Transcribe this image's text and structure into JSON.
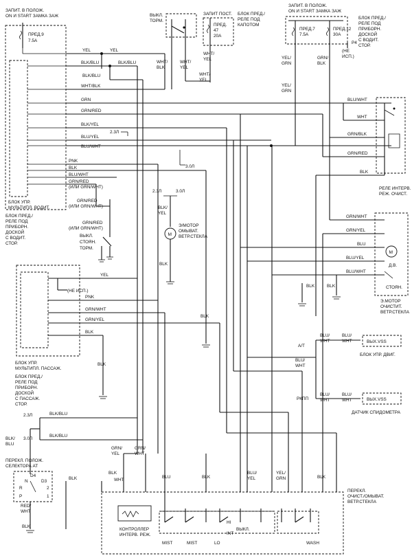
{
  "top_left": {
    "feed_line1": "ЗАПИТ. В ПОЛОЖ.",
    "feed_line2": "ON И START ЗАМКА ЗАЖ",
    "fuse_name": "ПРЕД.9",
    "fuse_rating": "7.5A"
  },
  "brake_switch": {
    "line1": "ВЫКЛ.",
    "line2": "ТОРМ."
  },
  "top_center": {
    "line1": "ЗАПИТ ПОСТ.",
    "fuse_name": "ПРЕД.",
    "fuse_number": "47",
    "fuse_rating": "20A",
    "box_line1": "БЛОК ПРЕД./",
    "box_line2": "РЕЛЕ ПОД",
    "box_line3": "КАПОТОМ"
  },
  "top_right": {
    "feed_line1": "ЗАПИТ. В ПОЛОЖ.",
    "feed_line2": "ON И START ЗАМКА ЗАЖ",
    "fuse7_name": "ПРЕД.7",
    "fuse7_rating": "7.5A",
    "fuse12_name": "ПРЕД.12",
    "fuse12_rating": "30A",
    "pin": "P4",
    "not_used1": "(НЕ",
    "not_used2": "ИСП.)",
    "box_line1": "БЛОК ПРЕД./",
    "box_line2": "РЕЛЕ ПОД",
    "box_line3": "ПРИБОРН.",
    "box_line4": "ДОСКОЙ",
    "box_line5": "С ВОДИТ.",
    "box_line6": "СТОР."
  },
  "wires": {
    "yel": "YEL",
    "blk_blu": "BLK/BLU",
    "wht_blk": "WHT/BLK",
    "grn": "GRN",
    "grn_red": "GRN/RED",
    "blk_yel": "BLK/YEL",
    "blu_yel": "BLU/YEL",
    "blu_wht": "BLU/WHT",
    "pnk": "PNK",
    "blk": "BLK",
    "grn_red_or1": "GRN/RED",
    "grn_red_or2": "(ИЛИ GRN/WHT)",
    "wht_blk_v1": "WHT/",
    "wht_blk_v2": "BLK",
    "wht_yel_v1": "WHT/",
    "wht_yel_v2": "YEL",
    "yel_grn_v1": "YEL/",
    "yel_grn_v2": "GRN",
    "grn_blk_v1": "GRN/",
    "grn_blk_v2": "BLK",
    "wht": "WHT",
    "grn_blk": "GRN/BLK",
    "grn_wht": "GRN/WHT",
    "grn_yel": "GRN/YEL",
    "blk_yel_v1": "BLK/",
    "blk_yel_v2": "YEL",
    "blu": "BLU",
    "blu_wht_v1": "BLU/",
    "blu_wht_v2": "WHT",
    "grn_yel_v1": "GRN/",
    "grn_yel_v2": "YEL",
    "grn_wht_v1": "GRN/",
    "grn_wht_v2": "WHT",
    "blu_yel_v1": "BLU/",
    "blu_yel_v2": "YEL",
    "yel_grn2_v1": "YEL/",
    "yel_grn2_v2": "GRN",
    "blk_blu_v1": "BLK/",
    "blk_blu_v2": "BLU",
    "red_wht_v1": "RED/",
    "red_wht_v2": "WHT"
  },
  "markers": {
    "l23": "2.3Л",
    "l30": "3.0Л",
    "not_used": "(НЕ ИСП.)"
  },
  "driver_unit": {
    "line1": "БЛОК УПР.",
    "line2": "МУЛЬТИПЛ. ВОДИТ."
  },
  "driver_relay_box": {
    "line1": "БЛОК ПРЕД./",
    "line2": "РЕЛЕ ПОД",
    "line3": "ПРИБОРН.",
    "line4": "ДОСКОЙ",
    "line5": "С ВОДИТ.",
    "line6": "СТОР."
  },
  "parking_brake": {
    "line1": "ВЫКЛ.",
    "line2": "СТОЯН.",
    "line3": "ТОРМ."
  },
  "washer_motor": {
    "line1": "Э/МОТОР",
    "line2": "ОМЫВАТ.",
    "line3": "ВЕТР.СТЕКЛА",
    "symbol": "M"
  },
  "intermittent_relay": {
    "line1": "РЕЛЕ ИНТЕРВ.",
    "line2": "РЕЖ. ОЧИСТ."
  },
  "wiper_motor": {
    "symbol": "M",
    "run": "Д.В.",
    "park": "СТОЯН.",
    "line1": "Э.МОТОР",
    "line2": "ОЧИСТИТ.",
    "line3": "ВЕТР.СТЕКЛА"
  },
  "passenger_unit": {
    "line1": "БЛОК УПР.",
    "line2": "МУЛЬТИПЛ. ПАССАЖ.",
    "line3": "БЛОК ПРЕД./",
    "line4": "РЕЛЕ ПОД",
    "line5": "ПРИБОРН.",
    "line6": "ДОСКОЙ",
    "line7": "С ПАССАЖ.",
    "line8": "СТОР."
  },
  "at_branch": "A/T",
  "engine_unit": {
    "pin": "ВЫХ.VSS",
    "label": "БЛОК УПР. ДВИГ."
  },
  "mt_branch": "РКПП",
  "speed_sensor": {
    "pin": "ВЫХ.VSS",
    "label": "ДАТЧИК СПИДОМЕТРА"
  },
  "gear_selector": {
    "line1": "ПЕРЕКЛ. ПОЛОЖ.",
    "line2": "СЕЛЕКТОРА АТ",
    "d4": "D4",
    "d3": "D3",
    "n": "N",
    "r": "R",
    "p": "P",
    "g2": "2",
    "g1": "1"
  },
  "controller": {
    "line1": "КОНТРОЛЛЕР",
    "line2": "ИНТЕРВ. РЕЖ."
  },
  "wiper_switch": {
    "line1": "ПЕРЕКЛ.",
    "line2": "ОЧИСТ./ОМЫВАТ.",
    "line3": "ВЕТР.СТЕКЛА",
    "mist1": "MIST",
    "mist2": "MIST",
    "lo": "LO",
    "hi": "HI",
    "int": "INT",
    "off": "ВЫКЛ.",
    "wash": "WASH"
  }
}
